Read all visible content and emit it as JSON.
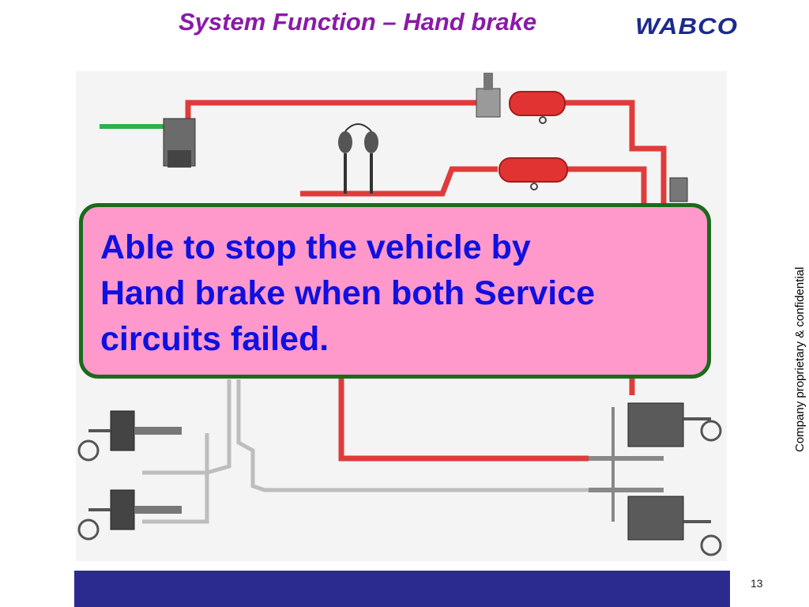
{
  "header": {
    "title": "System Function – Hand brake",
    "logo_text": "WABCO"
  },
  "callout": {
    "line1": "Able to stop the vehicle by",
    "line2": "Hand brake when both  Service",
    "line3": "circuits failed."
  },
  "side_note": "Company proprietary & confidential",
  "footer": {
    "page_number": "13"
  },
  "colors": {
    "title": "#8a1aa8",
    "callout_fill": "#ff99cc",
    "callout_border": "#1a6b1a",
    "callout_text": "#1010e0",
    "air_line": "#e03b3b",
    "footer_bar": "#2b2b8f"
  }
}
